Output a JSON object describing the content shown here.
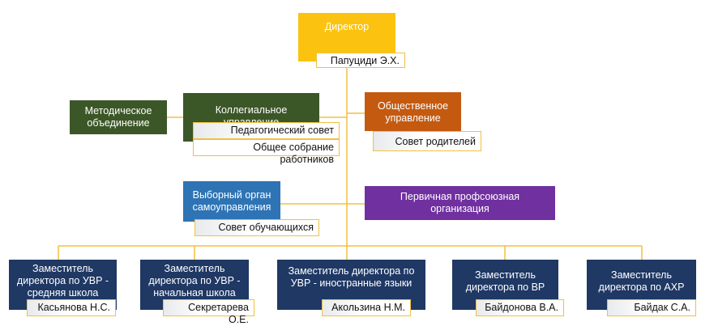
{
  "colors": {
    "director": "#fbc30f",
    "green": "#3c5727",
    "orange": "#c45a10",
    "blue": "#2e74b5",
    "purple": "#7030a0",
    "navy": "#1f3864",
    "connector": "#f0c040"
  },
  "director": {
    "title": "Директор",
    "name": "Папуциди Э.Х."
  },
  "methodical": {
    "title": "Методическое объединение"
  },
  "collegial": {
    "title": "Коллегиальное управление",
    "items": [
      "Педагогический совет",
      "Общее собрание работников"
    ]
  },
  "public": {
    "title": "Общественное управление",
    "sub": "Совет родителей"
  },
  "elected": {
    "title": "Выборный орган самоуправления",
    "sub": "Совет обучающихся"
  },
  "union": {
    "title": "Первичная профсоюзная организация"
  },
  "deputies": [
    {
      "title": "Заместитель директора по УВР - средняя школа",
      "name": "Касьянова Н.С."
    },
    {
      "title": "Заместитель директора по УВР - начальная школа",
      "name": "Секретарева О.Е."
    },
    {
      "title": "Заместитель директора по УВР - иностранные языки",
      "name": "Акользина Н.М."
    },
    {
      "title": "Заместитель директора по ВР",
      "name": "Байдонова В.А."
    },
    {
      "title": "Заместитель директора по АХР",
      "name": "Байдак С.А."
    }
  ]
}
